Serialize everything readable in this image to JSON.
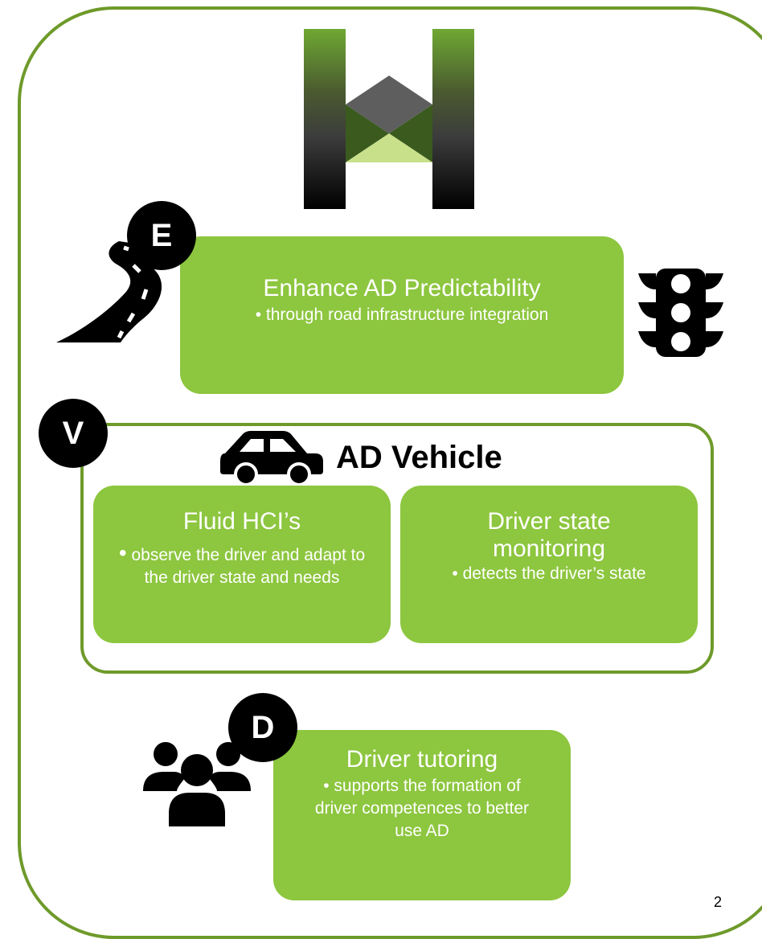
{
  "logo": {
    "icon": "h-logo-icon"
  },
  "enhance": {
    "badge": "E",
    "title": "Enhance AD Predictability",
    "bullet": "• through road infrastructure integration"
  },
  "vehicle": {
    "badge": "V",
    "title": "AD Vehicle",
    "hci": {
      "title": "Fluid HCI’s",
      "bullet_mark": "•",
      "bullet": "observe the driver and adapt to the driver state and needs"
    },
    "monitoring": {
      "title": "Driver state monitoring",
      "bullet": "• detects the driver’s state"
    }
  },
  "tutoring": {
    "badge": "D",
    "title": "Driver tutoring",
    "bullet": "• supports the formation of driver competences to better use AD"
  },
  "icons": [
    "road-icon",
    "traffic-light-icon",
    "car-icon",
    "users-icon"
  ],
  "colors": {
    "box_green": "#8dc63f",
    "frame_green": "#6e9a2a",
    "badge": "#000000"
  },
  "page_number": "2"
}
